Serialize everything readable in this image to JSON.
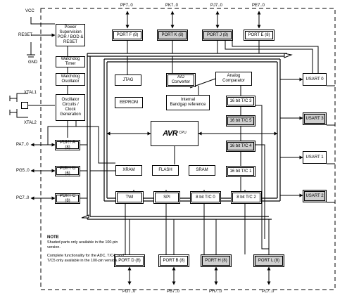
{
  "pins": {
    "vcc": "VCC",
    "reset": "RESET",
    "gnd": "GND",
    "xtal1": "XTAL1",
    "xtal2": "XTAL2",
    "pa": "PA7..0",
    "pg": "PG5..0",
    "pc": "PC7..0",
    "pf": "PF7..0",
    "pk": "PK7..0",
    "pj": "PJ7..0",
    "pe": "PE7..0",
    "pd": "PD7..0",
    "pb": "PB7..0",
    "ph": "PH7..0",
    "pl": "PL7..0"
  },
  "ports": {
    "a": "PORT A (8)",
    "g": "PORT G (6)",
    "c": "PORT C (8)",
    "f": "PORT F (8)",
    "k": "PORT K (8)",
    "j": "PORT J (8)",
    "e": "PORT E (8)",
    "d": "PORT D (8)",
    "b": "PORT B (8)",
    "h": "PORT H (8)",
    "l": "PORT L (8)"
  },
  "blocks": {
    "power": "Power\nSupervision\nPOR / BOD &\nRESET",
    "wdt": "Watchdog\nTimer",
    "wdosc": "Watchdog\nOscillator",
    "osc": "Oscillator\nCircuits /\nClock\nGeneration",
    "jtag": "JTAG",
    "adc": "A/D\nConverter",
    "comp": "Analog\nComparator",
    "eeprom": "EEPROM",
    "bandgap": "Internal\nBandgap reference",
    "tc3": "16 bit T/C 3",
    "tc5": "16 bit T/C 5",
    "tc4": "16 bit T/C 4",
    "tc1": "16 bit T/C 1",
    "cpu_logo": "AVR",
    "cpu_label": "CPU",
    "xram": "XRAM",
    "flash": "FLASH",
    "sram": "SRAM",
    "twi": "TWI",
    "spi": "SPI",
    "tc0": "8 bit T/C 0",
    "tc2": "8 bit T/C 2",
    "usart0": "USART 0",
    "usart3": "USART 3",
    "usart1": "USART 1",
    "usart2": "USART 2"
  },
  "note": {
    "heading": "NOTE",
    "line1": "Shaded parts only available in the 100-pin version.",
    "line2": "Complete functionality for the ADC, T/C4, and T/C5 only available in the 100-pin version."
  },
  "colors": {
    "shaded_block": "#cfcfcf",
    "line": "#000000",
    "background": "#ffffff"
  }
}
